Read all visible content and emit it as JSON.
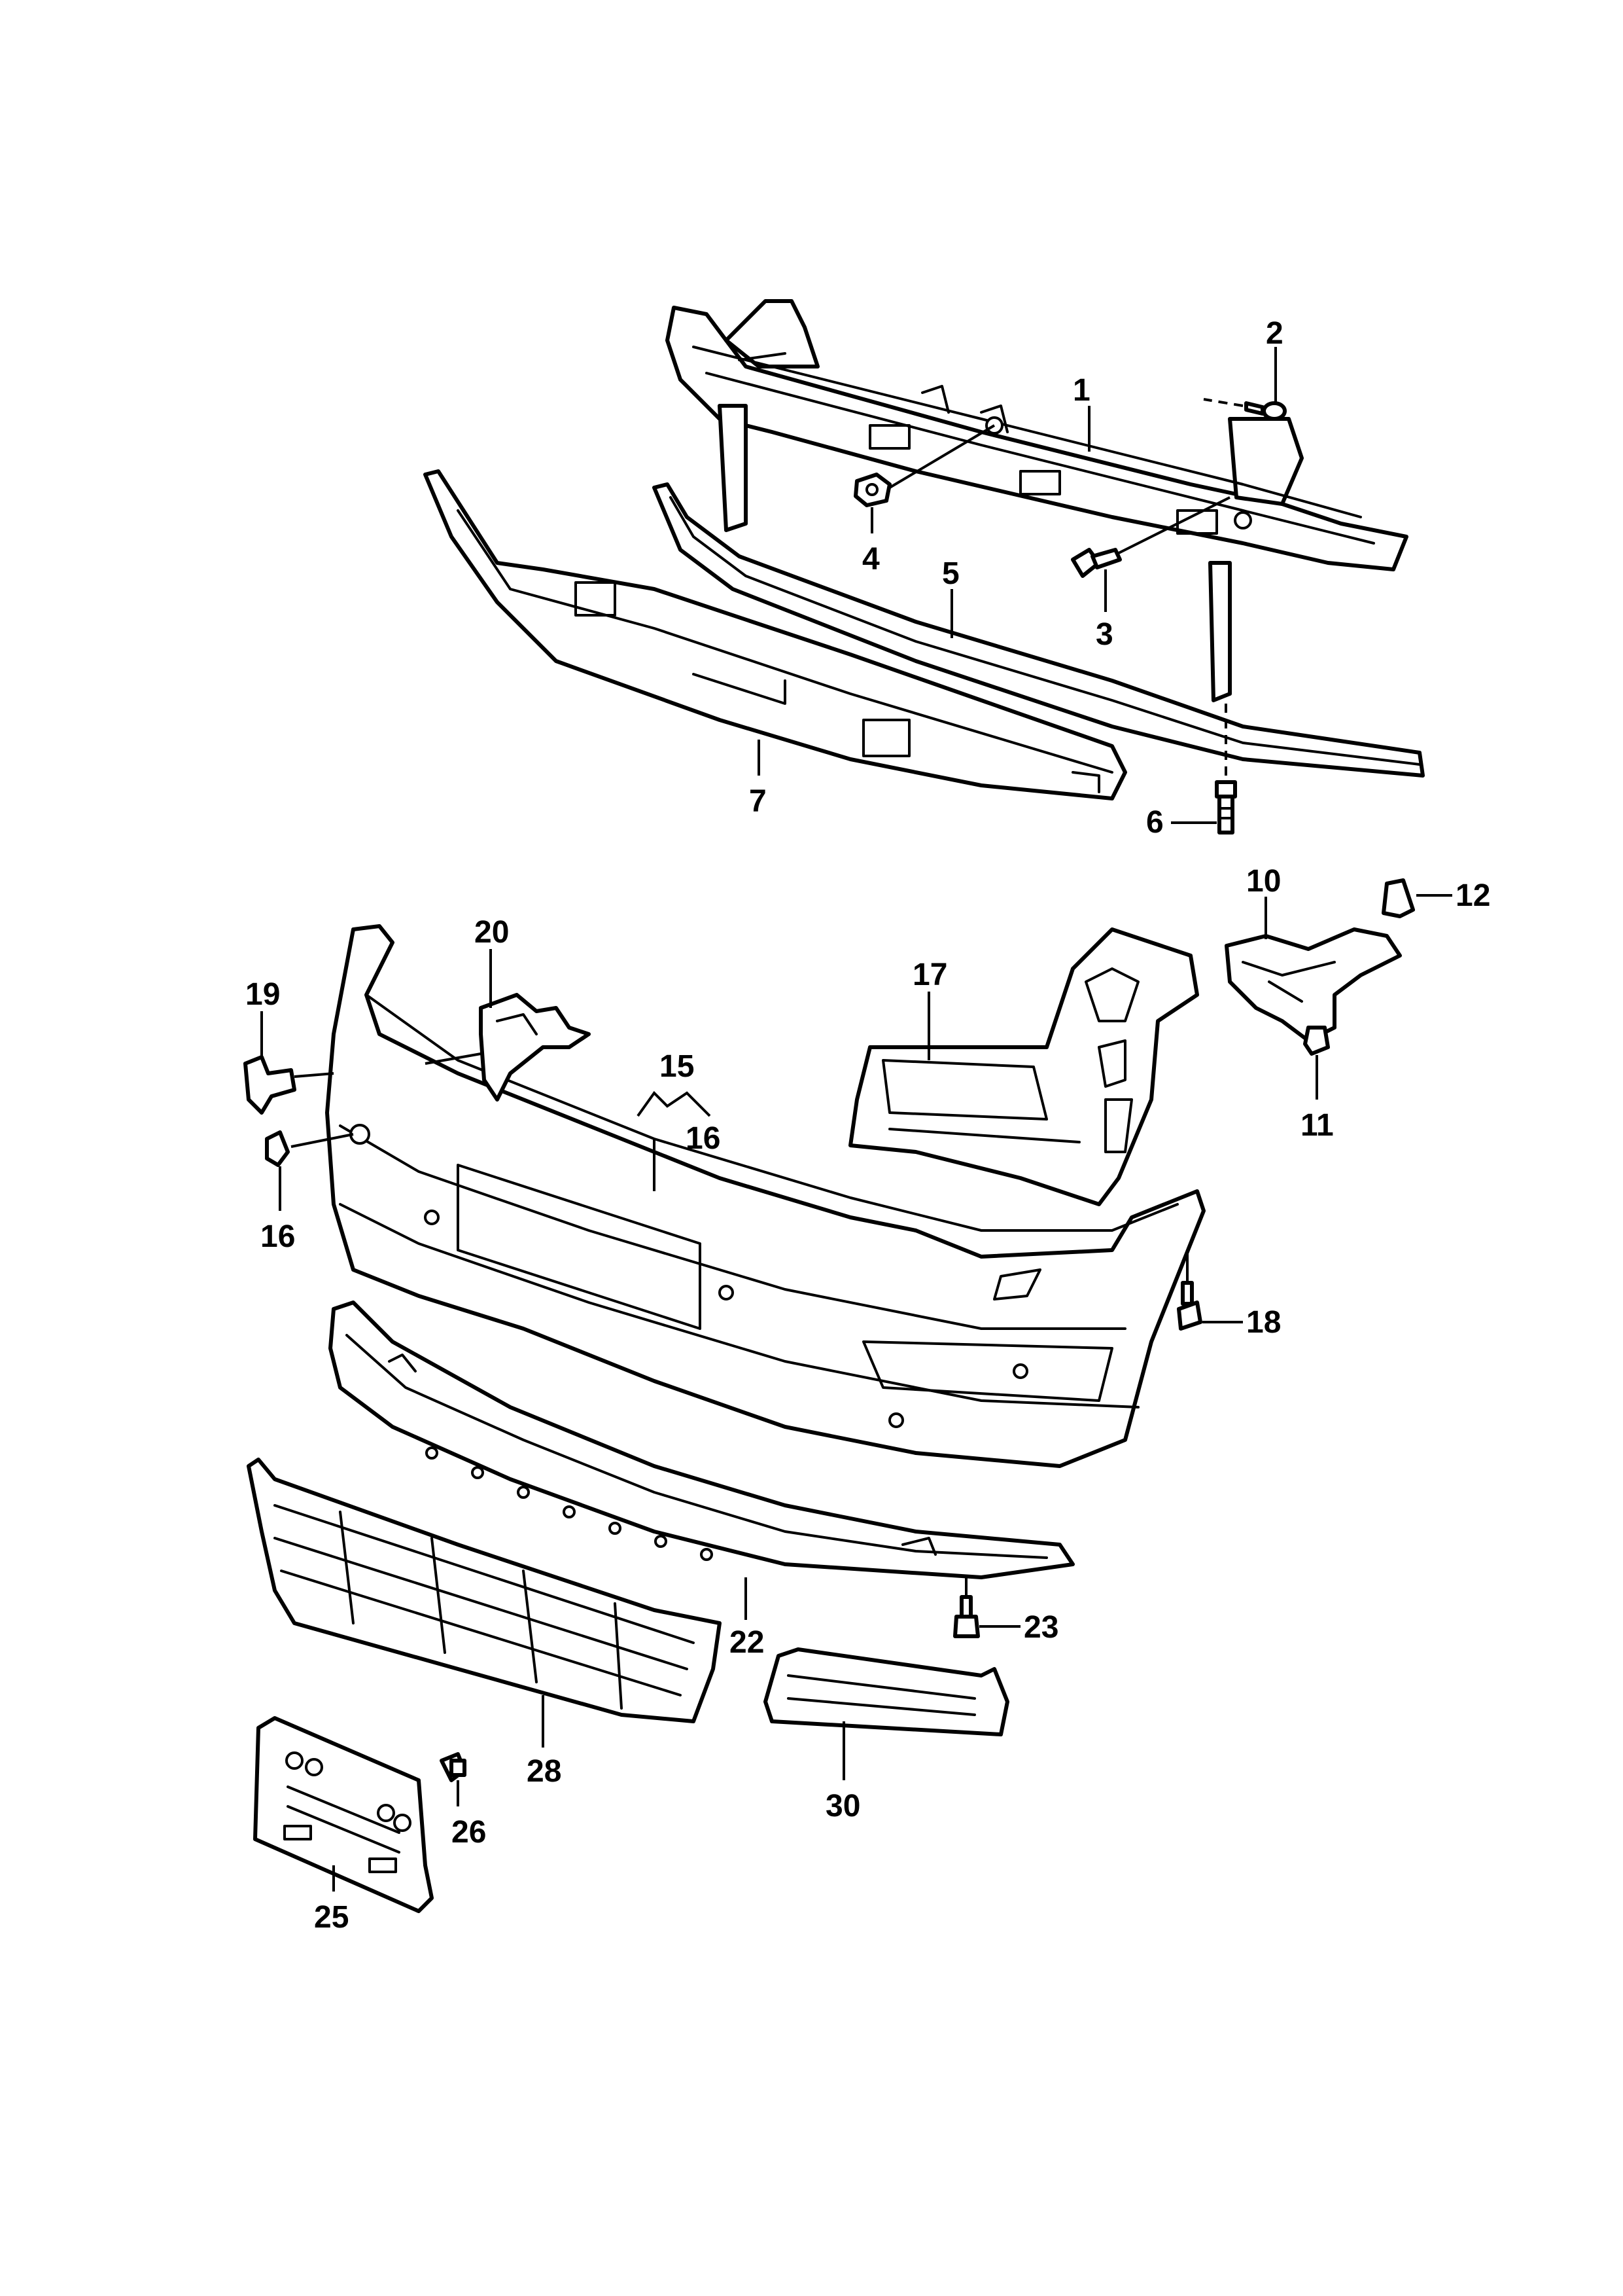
{
  "callouts": {
    "c1": "1",
    "c2": "2",
    "c3": "3",
    "c4": "4",
    "c5": "5",
    "c6": "6",
    "c7": "7",
    "c10": "10",
    "c11": "11",
    "c12": "12",
    "c15": "15",
    "c16a": "16",
    "c16b": "16",
    "c17": "17",
    "c18": "18",
    "c19": "19",
    "c20": "20",
    "c22": "22",
    "c23": "23",
    "c25": "25",
    "c26": "26",
    "c28": "28",
    "c30": "30"
  },
  "colors": {
    "line": "#000000",
    "background": "#ffffff"
  }
}
